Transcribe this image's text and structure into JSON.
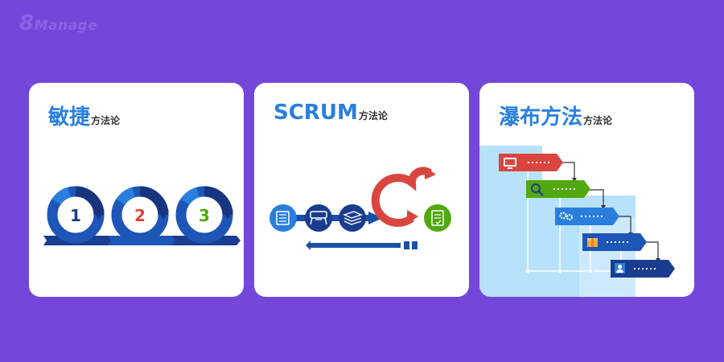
{
  "logo": {
    "num": "8",
    "word": "Manage"
  },
  "cards": [
    {
      "title": "敏捷",
      "suffix": "方法论",
      "steps": [
        "1",
        "2",
        "3"
      ]
    },
    {
      "title": "SCRUM",
      "suffix": "方法论"
    },
    {
      "title": "瀑布方法",
      "suffix": "方法论"
    }
  ],
  "icons": {
    "card1": [
      "cycle-arrow-icon",
      "cycle-arrow-icon",
      "cycle-arrow-icon"
    ],
    "card2": [
      "backlog-list-icon",
      "sprint-planning-icon",
      "task-stack-icon",
      "sprint-loop-icon",
      "done-checklist-icon"
    ],
    "card3": [
      "monitor-icon",
      "magnifier-icon",
      "gears-icon",
      "package-icon",
      "user-icon"
    ]
  },
  "colors": {
    "background": "#7447db",
    "accent_blue": "#2a7fdd",
    "navy": "#1a3d8f",
    "red": "#d94640",
    "green": "#52a80f",
    "light_blue": "#b8e2fb"
  }
}
